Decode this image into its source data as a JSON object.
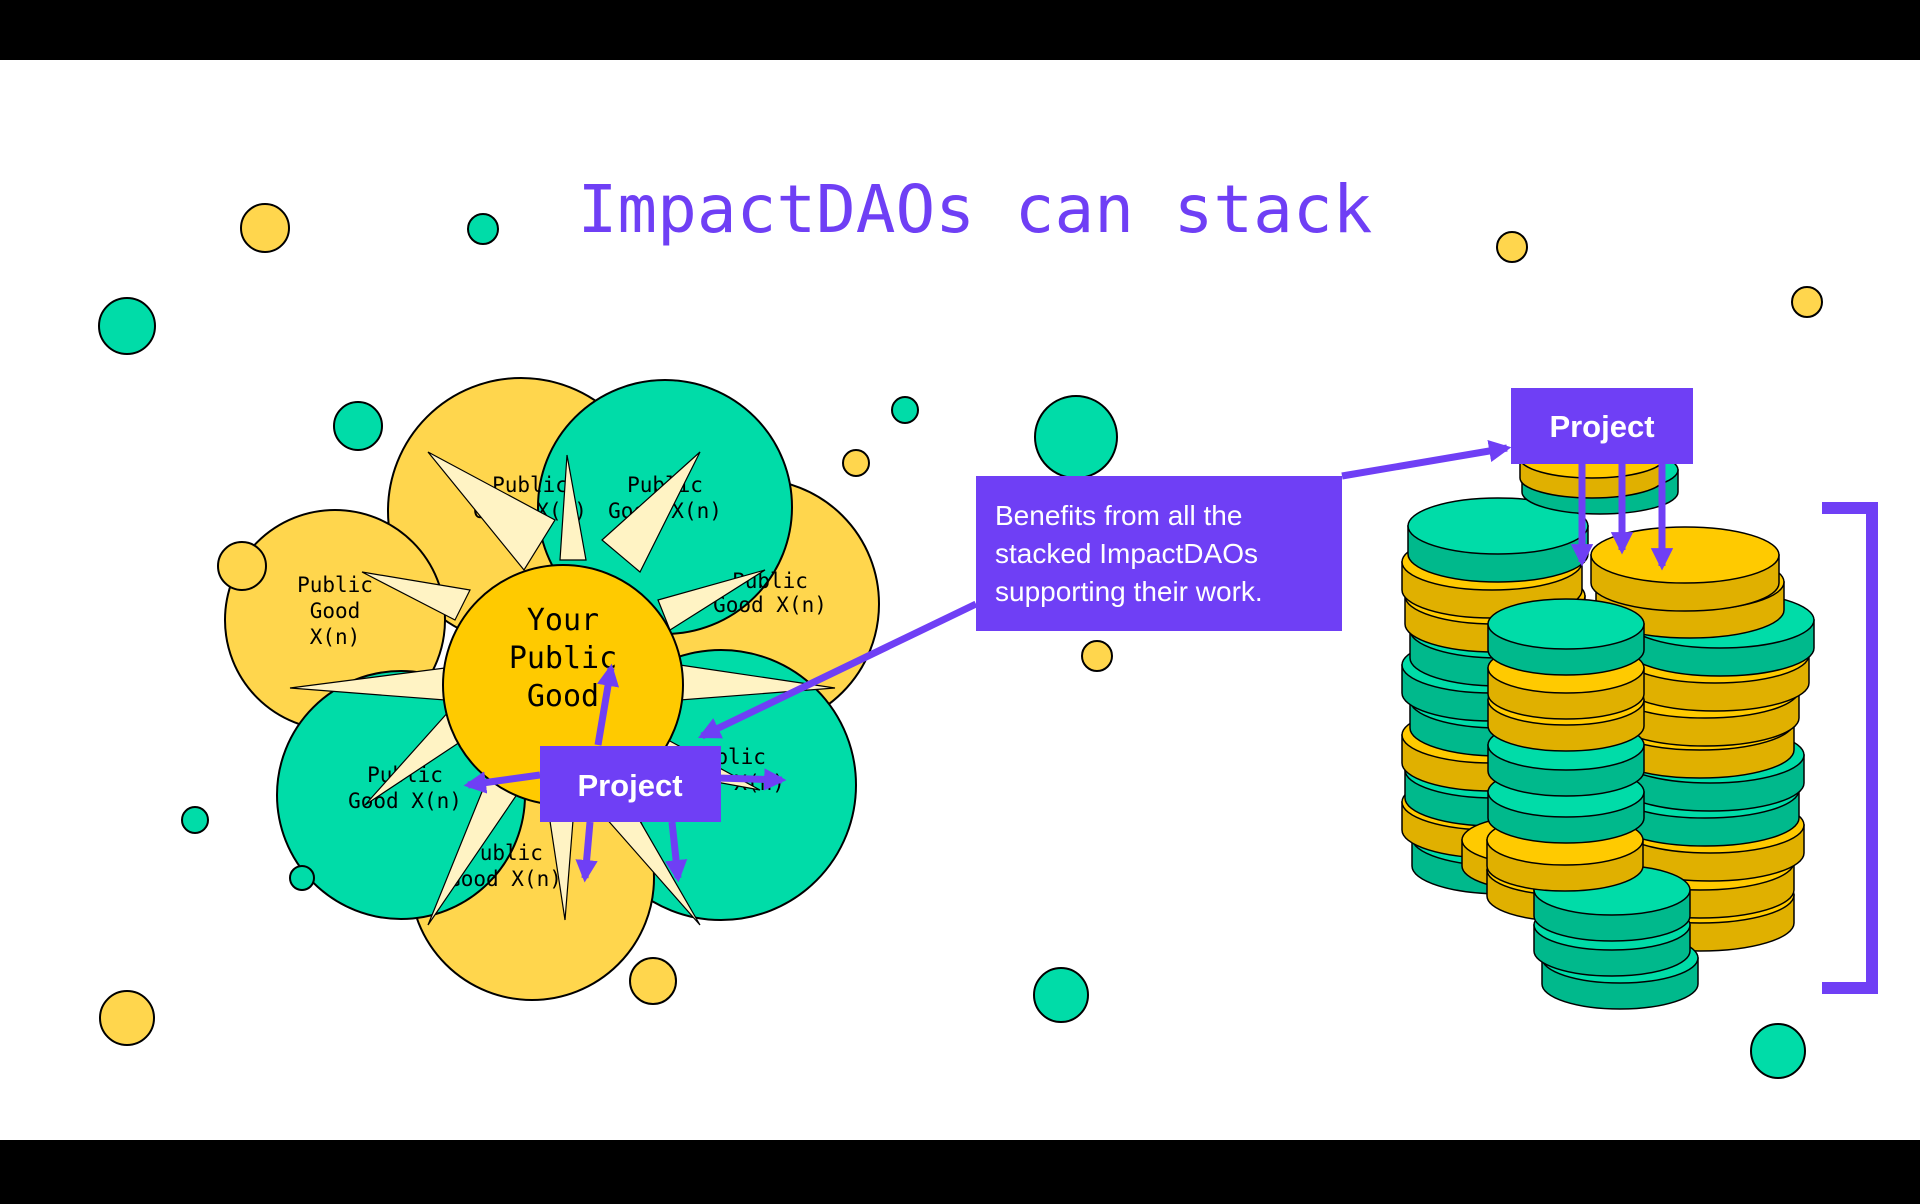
{
  "slide": {
    "title": "ImpactDAOs can stack",
    "colors": {
      "purple": "#6F3FF5",
      "teal": "#00DCA8",
      "yellow": "#FFD64D",
      "gold": "#FFCA00",
      "black": "#000000",
      "white": "#FFFFFF"
    }
  },
  "flower": {
    "center_label_lines": [
      "Your",
      "Public",
      "Good"
    ],
    "petal_labels": [
      {
        "lines": [
          "Public",
          "Good",
          "X(n)"
        ]
      },
      {
        "lines": [
          "Public",
          "Good X(n)"
        ]
      },
      {
        "lines": [
          "Public",
          "Good X(n)"
        ]
      },
      {
        "lines": [
          "Public",
          "Good X(n)"
        ]
      },
      {
        "lines": [
          "Public",
          "Good X(n)"
        ]
      },
      {
        "lines": [
          "Public",
          "Good X(n)"
        ]
      },
      {
        "lines": [
          "Public",
          "Good X(n)"
        ]
      }
    ],
    "project_label": "Project"
  },
  "callout": {
    "lines": [
      "Benefits from all the",
      "stacked ImpactDAOs",
      "supporting their work."
    ]
  },
  "stack": {
    "project_label": "Project"
  }
}
